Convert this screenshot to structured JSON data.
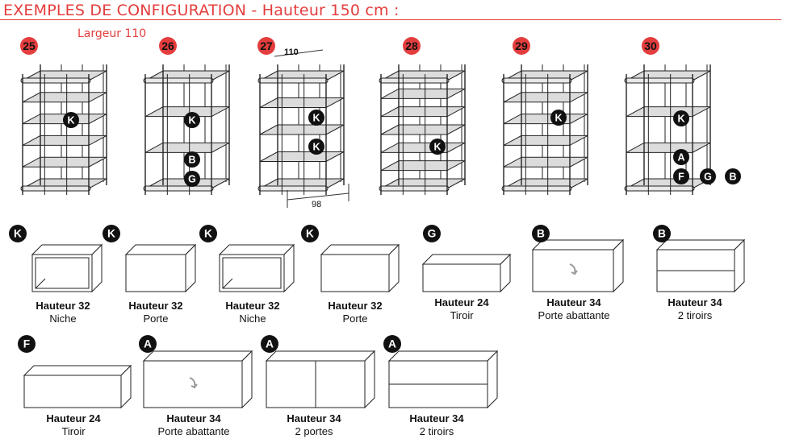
{
  "header": {
    "title": "EXEMPLES DE CONFIGURATION - Hauteur 150 cm :",
    "subtitle": "Largeur 110"
  },
  "colors": {
    "accent_red": "#e43d3d",
    "badge_black": "#111111",
    "shelf_fill": "#dcdcdc",
    "frame": "#222222"
  },
  "dimensions": {
    "width_label": "110",
    "depth_label": "98"
  },
  "configurations": [
    {
      "number": "25",
      "shelves": 6,
      "labels": [
        {
          "letter": "K"
        }
      ]
    },
    {
      "number": "26",
      "shelves": 4,
      "labels": [
        {
          "letter": "K"
        },
        {
          "letter": "B"
        },
        {
          "letter": "G"
        }
      ]
    },
    {
      "number": "27",
      "shelves": 5,
      "labels": [
        {
          "letter": "K"
        },
        {
          "letter": "K"
        }
      ]
    },
    {
      "number": "28",
      "shelves": 7,
      "labels": [
        {
          "letter": "K"
        }
      ]
    },
    {
      "number": "29",
      "shelves": 6,
      "labels": [
        {
          "letter": "K"
        }
      ]
    },
    {
      "number": "30",
      "shelves": 4,
      "labels": [
        {
          "letter": "K"
        },
        {
          "letter": "A"
        },
        {
          "letter": "F"
        },
        {
          "letter": "G"
        },
        {
          "letter": "B"
        }
      ]
    }
  ],
  "modules": [
    {
      "letter": "K",
      "type": "niche",
      "title": "Hauteur 32",
      "subtitle": "Niche"
    },
    {
      "letter": "K",
      "type": "door",
      "title": "Hauteur 32",
      "subtitle": "Porte"
    },
    {
      "letter": "K",
      "type": "niche",
      "title": "Hauteur 32",
      "subtitle": "Niche"
    },
    {
      "letter": "K",
      "type": "door",
      "title": "Hauteur 32",
      "subtitle": "Porte"
    },
    {
      "letter": "G",
      "type": "drawer",
      "title": "Hauteur 24",
      "subtitle": "Tiroir"
    },
    {
      "letter": "B",
      "type": "flap",
      "title": "Hauteur 34",
      "subtitle": "Porte abattante"
    },
    {
      "letter": "B",
      "type": "two-drawers",
      "title": "Hauteur 34",
      "subtitle": "2 tiroirs"
    },
    {
      "letter": "F",
      "type": "drawer",
      "title": "Hauteur 24",
      "subtitle": "Tiroir"
    },
    {
      "letter": "A",
      "type": "flap",
      "title": "Hauteur 34",
      "subtitle": "Porte abattante"
    },
    {
      "letter": "A",
      "type": "two-doors",
      "title": "Hauteur 34",
      "subtitle": "2 portes"
    },
    {
      "letter": "A",
      "type": "two-drawers",
      "title": "Hauteur 34",
      "subtitle": "2 tiroirs"
    }
  ]
}
